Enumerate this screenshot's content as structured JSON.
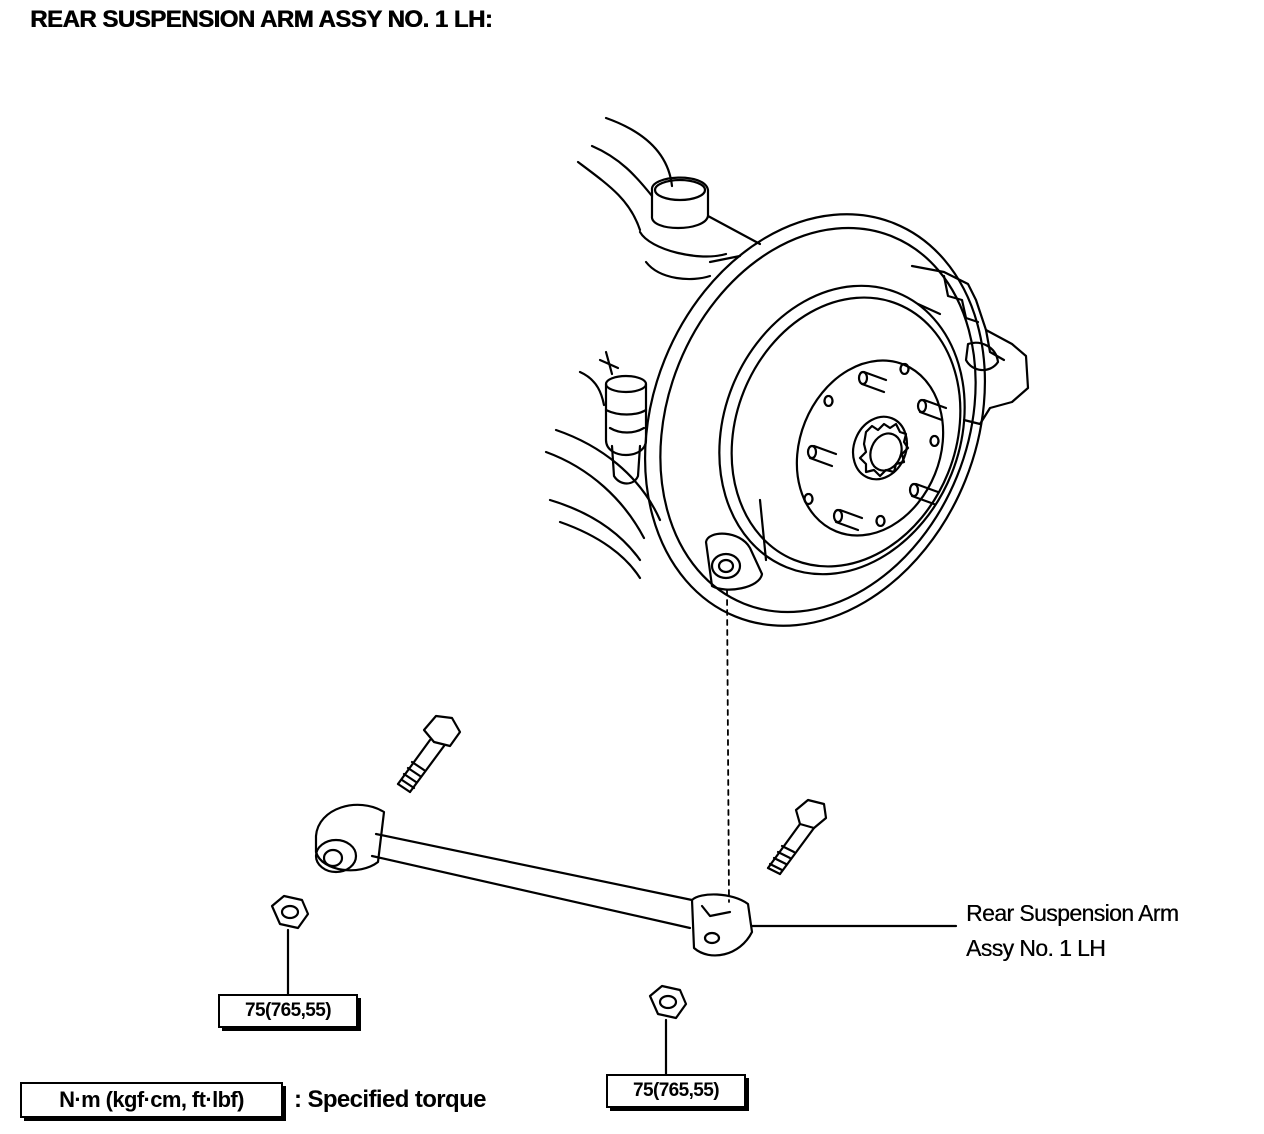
{
  "title": "REAR SUSPENSION ARM ASSY NO. 1 LH:",
  "part_label": {
    "line1": "Rear Suspension Arm",
    "line2": "Assy No. 1 LH"
  },
  "torque_specs": [
    {
      "value": "75(765,55)"
    },
    {
      "value": "75(765,55)"
    }
  ],
  "legend": {
    "unit": "N·m (kgf·cm, ft·lbf)",
    "description": ": Specified torque"
  },
  "icons": {
    "nut": "hex-nut-icon",
    "bolt": "bolt-icon"
  }
}
